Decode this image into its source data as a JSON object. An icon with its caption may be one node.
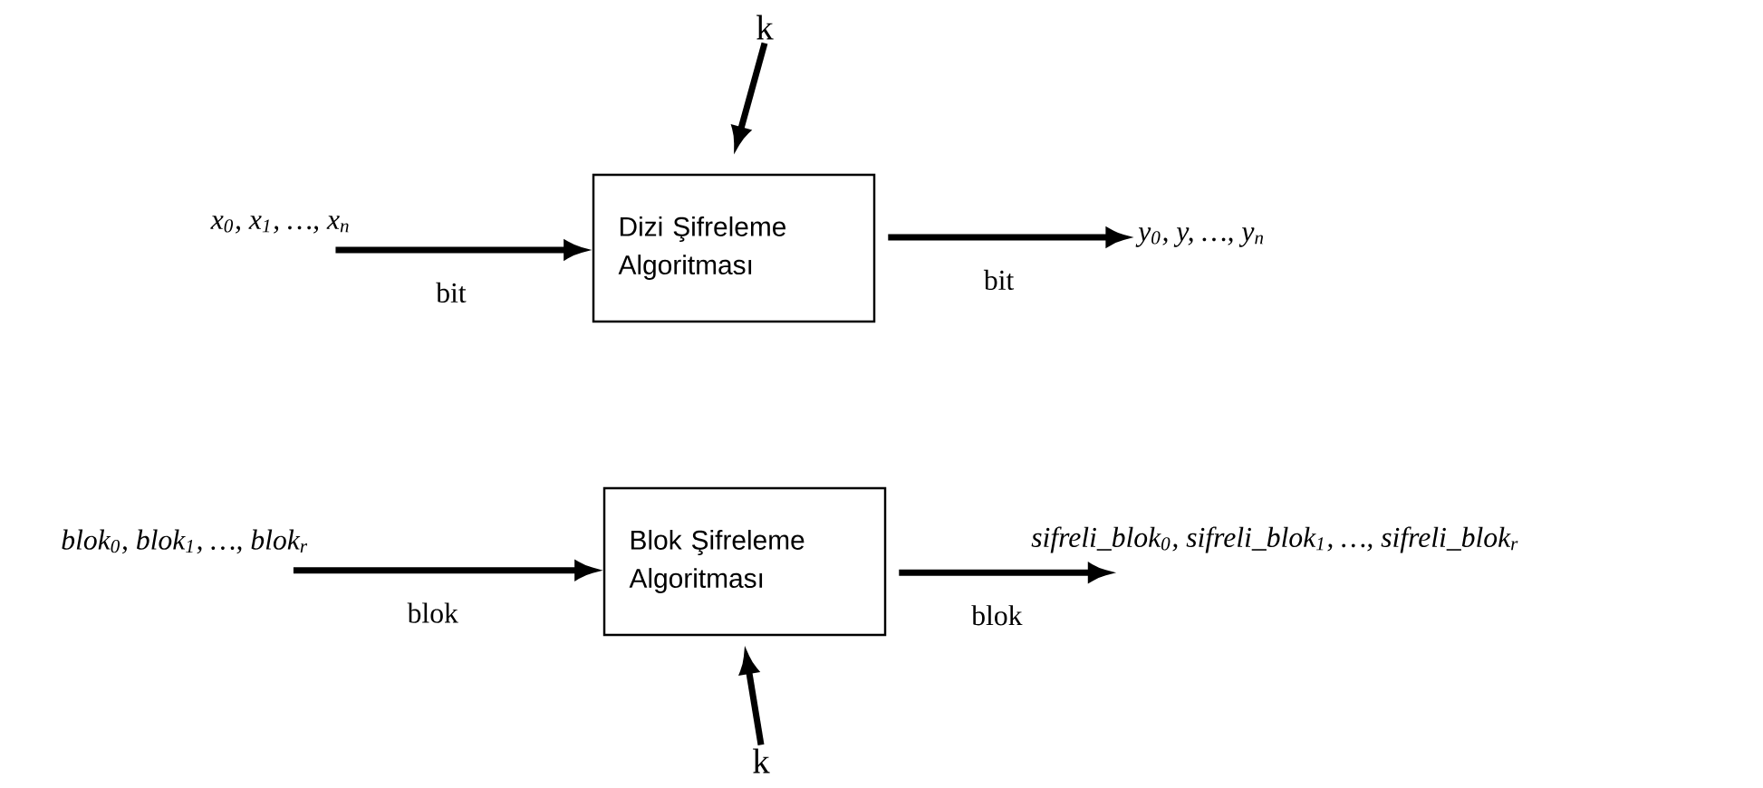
{
  "diagram": {
    "nodes": [
      {
        "text": [
          "k"
        ]
      },
      {
        "text": [
          "x$_{0}$, x$_{1}$, …, x$_{n}$"
        ]
      },
      {
        "text": [
          "Dizi Şifreleme Algoritması"
        ]
      },
      {
        "text": [
          "y$_{0}$, y, …, y$_{n}$"
        ]
      },
      {
        "text": [
          "blok$_{0}$, blok$_{1}$, …, blok$_{r}$"
        ]
      },
      {
        "text": [
          "Blok Şifreleme Algoritması"
        ]
      },
      {
        "text": [
          "sifreli_blok$_{0}$, sifreli_blok$_{1}$, …, sifreli_blok$_{r}$"
        ]
      },
      {
        "text": [
          "k"
        ]
      }
    ],
    "edges": [
      {
        "from": 0,
        "to": 2,
        "arrow": "to"
      },
      {
        "from": 1,
        "to": 2,
        "arrow": "to",
        "label": "bit"
      },
      {
        "from": 2,
        "to": 3,
        "arrow": "to",
        "label": "bit"
      },
      {
        "from": 4,
        "to": 5,
        "arrow": "to",
        "label": "blok"
      },
      {
        "from": 5,
        "to": 6,
        "arrow": "to",
        "label": "blok"
      },
      {
        "from": 7,
        "to": 5,
        "arrow": "to"
      }
    ]
  }
}
